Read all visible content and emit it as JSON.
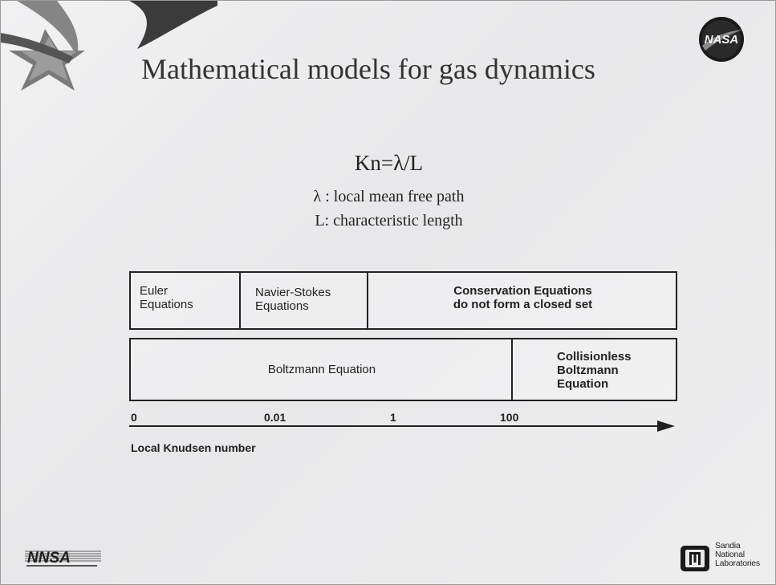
{
  "slide": {
    "title": "Mathematical models for gas dynamics"
  },
  "formula": {
    "knudsen": "Kn=λ/L",
    "lambda_def": "λ : local mean free path",
    "length_def": "L: characteristic length"
  },
  "diagram": {
    "row1": {
      "euler": [
        "Euler",
        "Equations"
      ],
      "navier_stokes": [
        "Navier-Stokes",
        "Equations"
      ],
      "conservation": [
        "Conservation Equations",
        "do not form a closed set"
      ]
    },
    "row2": {
      "boltzmann": "Boltzmann Equation",
      "collisionless": [
        "Collisionless",
        "Boltzmann",
        "Equation"
      ]
    },
    "axis": {
      "ticks": [
        "0",
        "0.01",
        "1",
        "100"
      ],
      "label": "Local Knudsen number"
    }
  },
  "logos": {
    "nasa": "NASA",
    "nnsa": "NNSA",
    "sandia": [
      "Sandia",
      "National",
      "Laboratories"
    ]
  },
  "colors": {
    "background": "#eeeeef",
    "nasa_blue": "#1d3f8f",
    "nasa_red": "#c8282c",
    "text": "#222222"
  }
}
